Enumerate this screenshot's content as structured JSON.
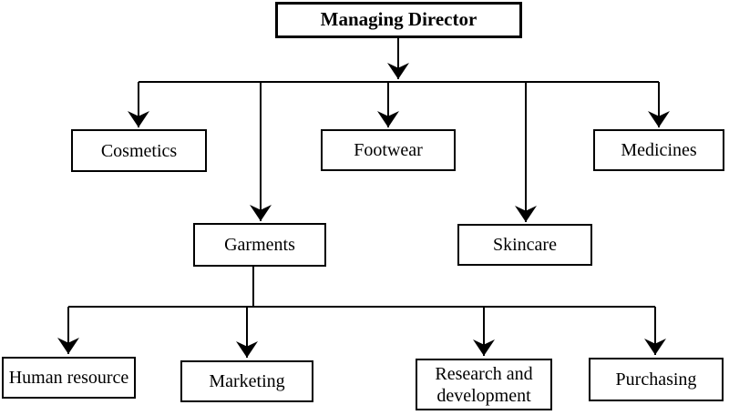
{
  "diagram": {
    "type": "org-chart",
    "background_color": "#ffffff",
    "line_color": "#000000",
    "box_fill": "#ffffff",
    "box_border_color": "#000000",
    "text_color": "#000000",
    "nodes": {
      "managing_director": {
        "label": "Managing Director"
      },
      "cosmetics": {
        "label": "Cosmetics"
      },
      "footwear": {
        "label": "Footwear"
      },
      "medicines": {
        "label": "Medicines"
      },
      "garments": {
        "label": "Garments"
      },
      "skincare": {
        "label": "Skincare"
      },
      "human_resource": {
        "label": "Human resource"
      },
      "marketing": {
        "label": "Marketing"
      },
      "research_development": {
        "label": "Research and development"
      },
      "purchasing": {
        "label": "Purchasing"
      }
    },
    "edges": [
      {
        "from": "Managing Director",
        "to": "Cosmetics"
      },
      {
        "from": "Managing Director",
        "to": "Footwear"
      },
      {
        "from": "Managing Director",
        "to": "Medicines"
      },
      {
        "from": "Managing Director",
        "to": "Garments"
      },
      {
        "from": "Managing Director",
        "to": "Skincare"
      },
      {
        "from": "Garments",
        "to": "Human resource"
      },
      {
        "from": "Garments",
        "to": "Marketing"
      },
      {
        "from": "Garments",
        "to": "Research and development"
      },
      {
        "from": "Garments",
        "to": "Purchasing"
      }
    ]
  }
}
